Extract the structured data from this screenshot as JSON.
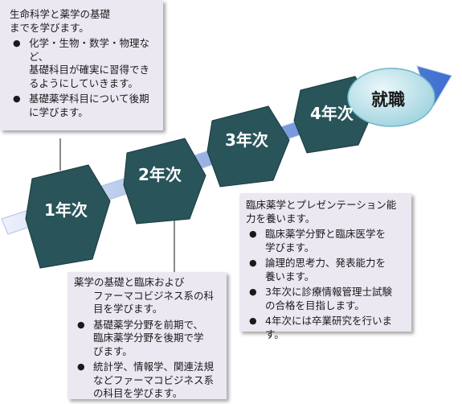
{
  "box1": {
    "title_line1": "生命科学と薬学の基礎",
    "title_line2": "までを学びます。",
    "bullets": [
      [
        "化学・生物・数学・物理など、",
        "基礎科目が確実に習得でき",
        "るようにしていきます。"
      ],
      [
        "基礎薬学科目について後期",
        "に学びます。"
      ]
    ]
  },
  "box2": {
    "title_line1": "薬学の基礎と臨床および",
    "title_line2": "ファーマコビジネス系の科",
    "title_line3": "目を学びます。",
    "bullets": [
      [
        "基礎薬学分野を前期で、",
        "臨床薬学分野を後期で学",
        "びます。"
      ],
      [
        "統計学、情報学、関連法規",
        "などファーマコビジネス系",
        "の科目を学びます。"
      ]
    ]
  },
  "box3": {
    "title_line1": "臨床薬学とプレゼンテーション能",
    "title_line2": "力を養います。",
    "bullets": [
      [
        "臨床薬学分野と臨床医学を",
        "学びます。"
      ],
      [
        "論理的思考力、発表能力を",
        "養います。"
      ],
      [
        "3年次に診療情報管理士試験",
        "の合格を目指します。"
      ],
      [
        "4年次には卒業研究を行いま",
        "す。"
      ]
    ]
  },
  "steps": [
    "1年次",
    "2年次",
    "3年次",
    "4年次"
  ],
  "goal": "就職",
  "colors": {
    "arrow": "#6d8fd6",
    "step": "#28545a",
    "goal": "#bfe3ea",
    "box": "#ece8f2"
  }
}
